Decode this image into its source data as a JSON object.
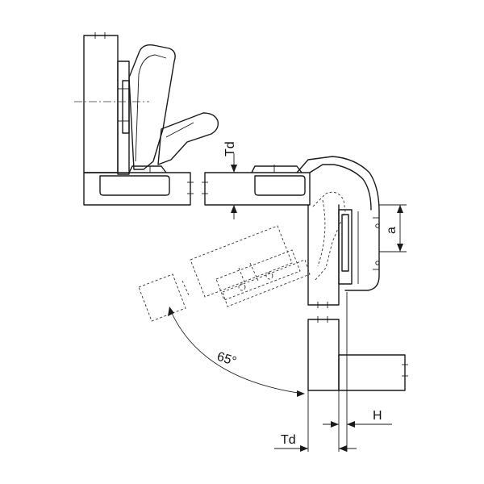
{
  "labels": {
    "td_top": "Td",
    "a": "a",
    "angle": "65°",
    "h": "H",
    "td_bottom": "Td"
  }
}
